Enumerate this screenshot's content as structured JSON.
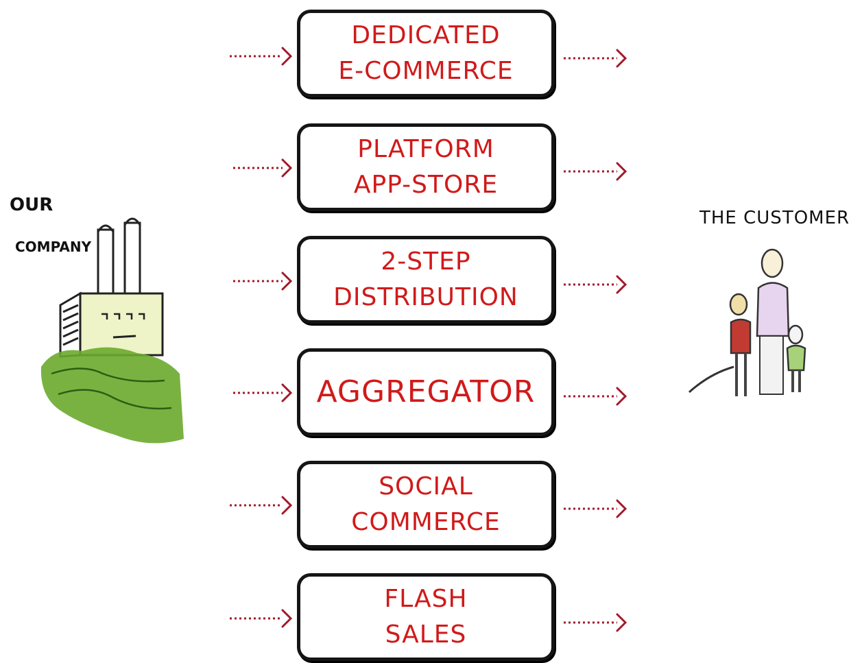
{
  "company": {
    "label_line1": "OUR",
    "label_line2": "COMPANY"
  },
  "customer": {
    "label": "THE CUSTOMER"
  },
  "channels": [
    {
      "line1": "DEDICATED",
      "line2": "E-COMMERCE"
    },
    {
      "line1": "PLATFORM",
      "line2": "APP-STORE"
    },
    {
      "line1": "2-STEP",
      "line2": "DISTRIBUTION"
    },
    {
      "line1": "AGGREGATOR",
      "line2": ""
    },
    {
      "line1": "SOCIAL",
      "line2": "COMMERCE"
    },
    {
      "line1": "FLASH",
      "line2": "SALES"
    }
  ],
  "icons": {
    "company": "factory-icon",
    "customer": "family-icon",
    "arrow": "dotted-arrow-icon"
  },
  "colors": {
    "channel_text": "#d01a1a",
    "box_border": "#151515",
    "arrow": "#a01a2a",
    "hill": "#5f9f2a"
  }
}
